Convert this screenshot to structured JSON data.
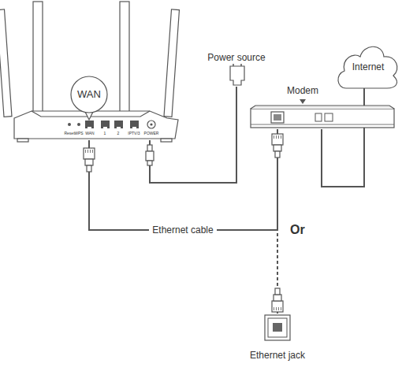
{
  "diagram": {
    "nodes": [
      {
        "text": [
          "Reset",
          "WPS",
          "WAN",
          "1",
          "2",
          "IPTV/3",
          "POWER"
        ]
      },
      {
        "text": [
          "WAN"
        ]
      },
      {
        "text": [
          "Power source"
        ]
      },
      {
        "text": [
          "Modem"
        ]
      },
      {
        "text": [
          "Internet"
        ]
      },
      {
        "text": [
          "Ethernet jack"
        ]
      }
    ],
    "edges": [
      {
        "from": 0,
        "to": 3,
        "label": "Ethernet cable",
        "arrow": "none"
      },
      {
        "from": 0,
        "to": 5,
        "label": "Or",
        "arrow": "none"
      },
      {
        "from": 2,
        "to": 0,
        "arrow": "none"
      },
      {
        "from": 3,
        "to": 4,
        "arrow": "none"
      }
    ]
  }
}
